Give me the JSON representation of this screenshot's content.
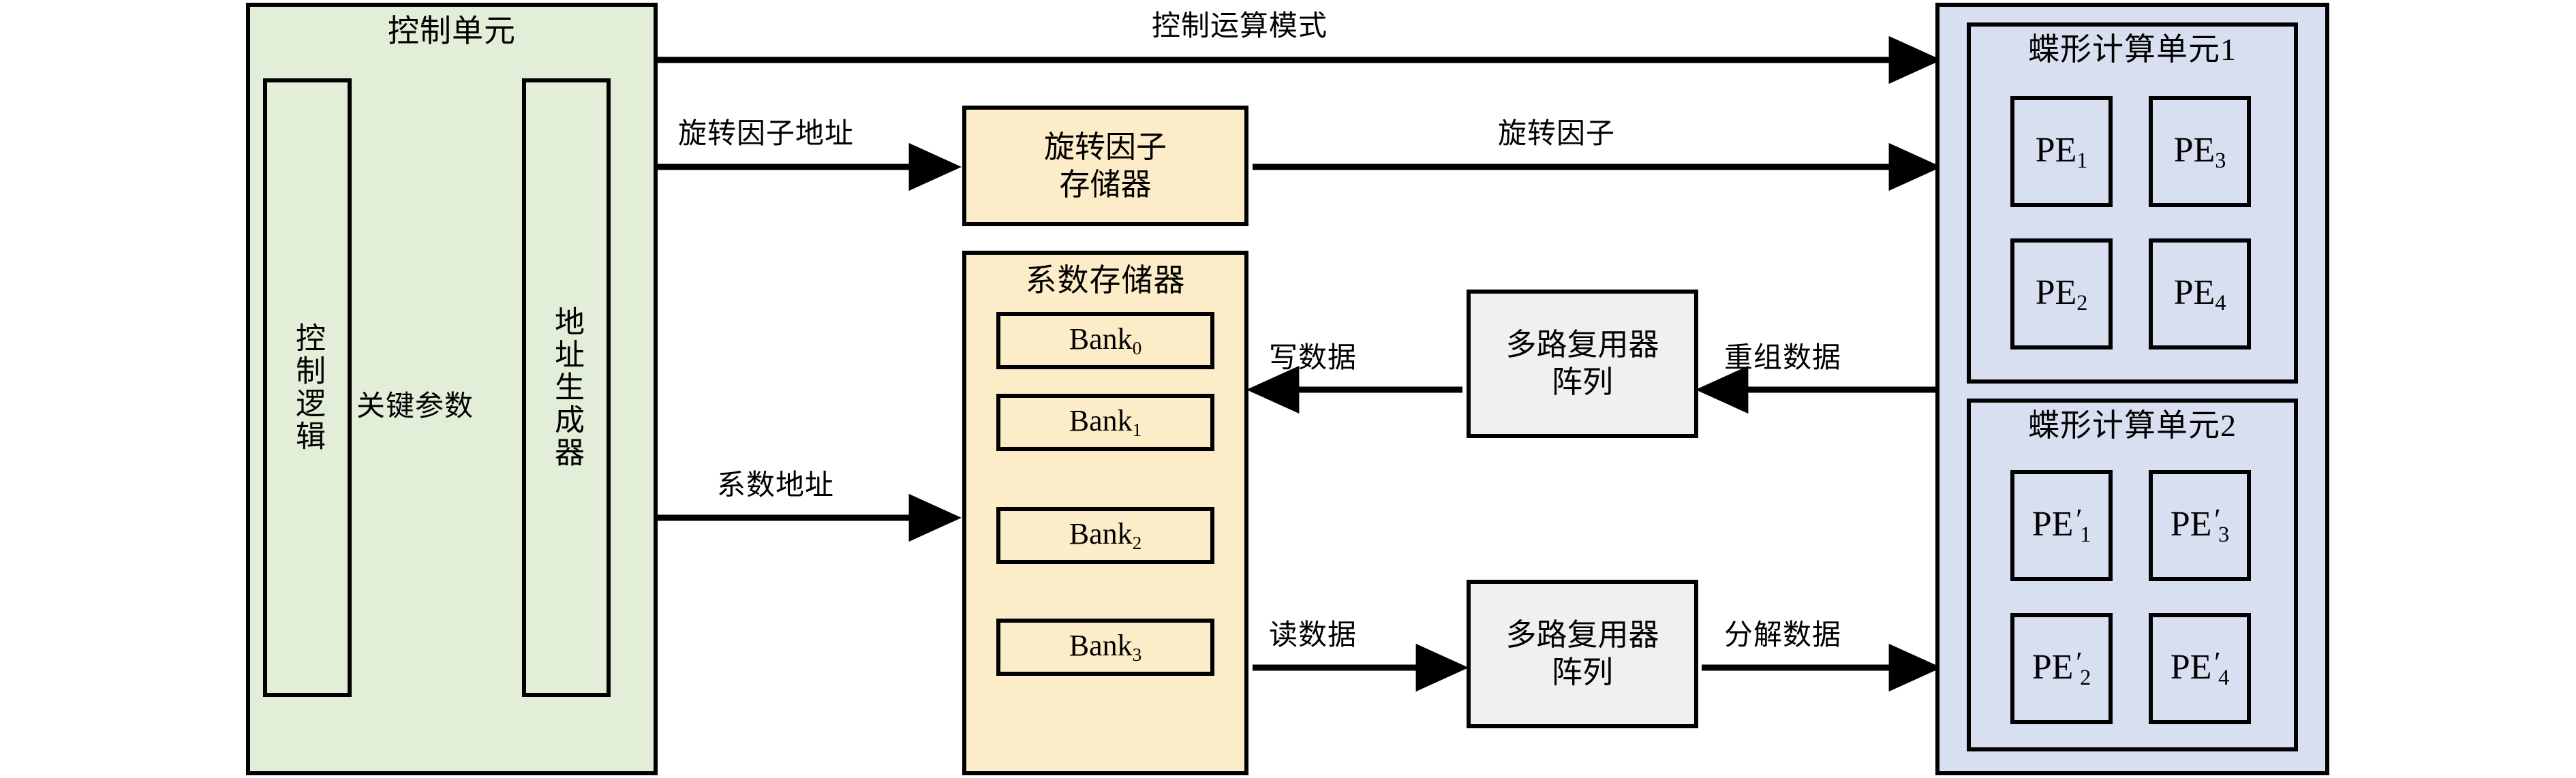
{
  "diagram": {
    "title": "FFT accelerator architecture block diagram",
    "colors": {
      "control_unit_fill": "#e2eed8",
      "memory_fill": "#fdecc8",
      "butterfly_fill": "#d8dff1",
      "mux_fill": "#f0f0f0",
      "stroke": "#000000"
    }
  },
  "control_unit": {
    "title": "控制单元",
    "control_logic": "控制逻辑",
    "address_generator": "地址生成器",
    "internal_arrow_label": "关键参数"
  },
  "twiddle_memory": {
    "title_line1": "旋转因子",
    "title_line2": "存储器"
  },
  "coefficient_memory": {
    "title": "系数存储器",
    "banks": [
      {
        "name": "Bank",
        "index": "0"
      },
      {
        "name": "Bank",
        "index": "1"
      },
      {
        "name": "Bank",
        "index": "2"
      },
      {
        "name": "Bank",
        "index": "3"
      }
    ]
  },
  "mux_top": {
    "title_line1": "多路复用器",
    "title_line2": "阵列"
  },
  "mux_bottom": {
    "title_line1": "多路复用器",
    "title_line2": "阵列"
  },
  "butterfly_unit_1": {
    "title": "蝶形计算单元1",
    "pes": [
      {
        "label": "PE",
        "index": "1",
        "prime": ""
      },
      {
        "label": "PE",
        "index": "2",
        "prime": ""
      },
      {
        "label": "PE",
        "index": "3",
        "prime": ""
      },
      {
        "label": "PE",
        "index": "4",
        "prime": ""
      }
    ]
  },
  "butterfly_unit_2": {
    "title": "蝶形计算单元2",
    "pes": [
      {
        "label": "PE",
        "index": "1",
        "prime": "′"
      },
      {
        "label": "PE",
        "index": "2",
        "prime": "′"
      },
      {
        "label": "PE",
        "index": "3",
        "prime": "′"
      },
      {
        "label": "PE",
        "index": "4",
        "prime": "′"
      }
    ]
  },
  "arrow_labels": {
    "control_mode": "控制运算模式",
    "twiddle_address": "旋转因子地址",
    "twiddle_factor": "旋转因子",
    "coefficient_address": "系数地址",
    "write_data": "写数据",
    "recombined_data": "重组数据",
    "read_data": "读数据",
    "decomposed_data": "分解数据"
  }
}
